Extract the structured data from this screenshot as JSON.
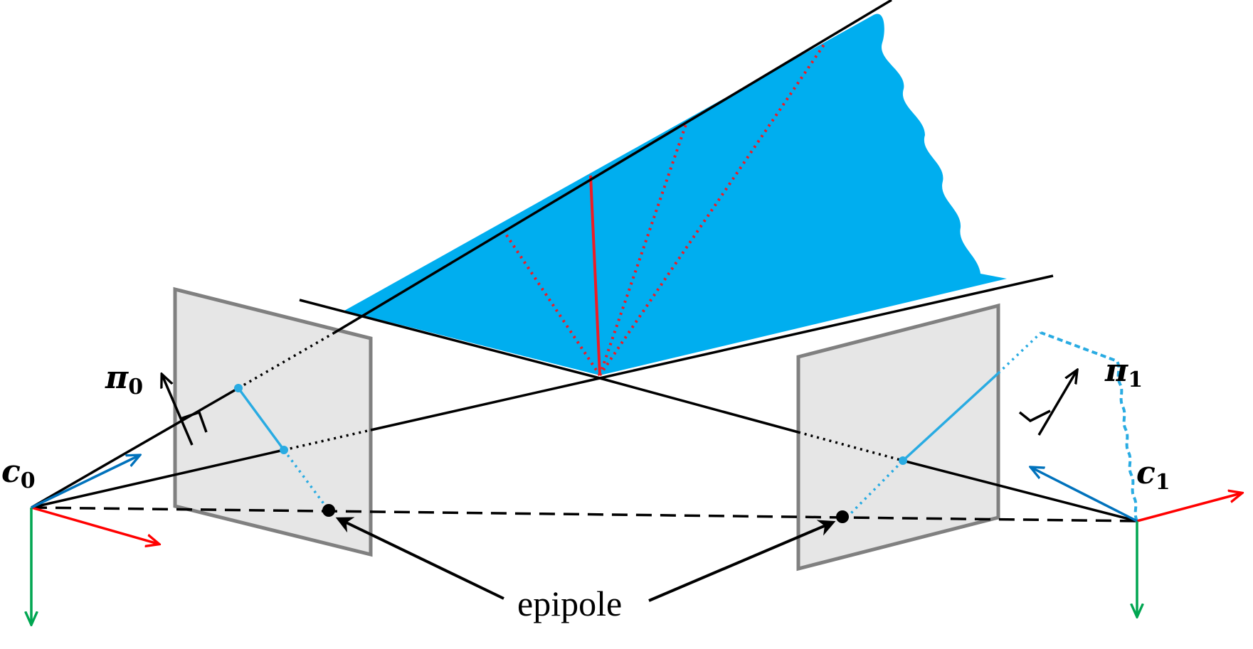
{
  "labels": {
    "camera0": {
      "symbol": "c",
      "subscript": "0"
    },
    "camera1": {
      "symbol": "c",
      "subscript": "1"
    },
    "plane0": {
      "symbol": "π",
      "subscript": "0"
    },
    "plane1": {
      "symbol": "π",
      "subscript": "1"
    },
    "epipole": "epipole"
  },
  "colors": {
    "surface": "#00AEEF",
    "image_plane_fill": "#E6E6E6",
    "image_plane_stroke": "#808080",
    "ray": "#000000",
    "epipolar_segment": "#29ABE2",
    "plane_normal_red": "#ED1C24",
    "axis_x": "#FF0000",
    "axis_y": "#00A651",
    "axis_z": "#0072BC"
  }
}
